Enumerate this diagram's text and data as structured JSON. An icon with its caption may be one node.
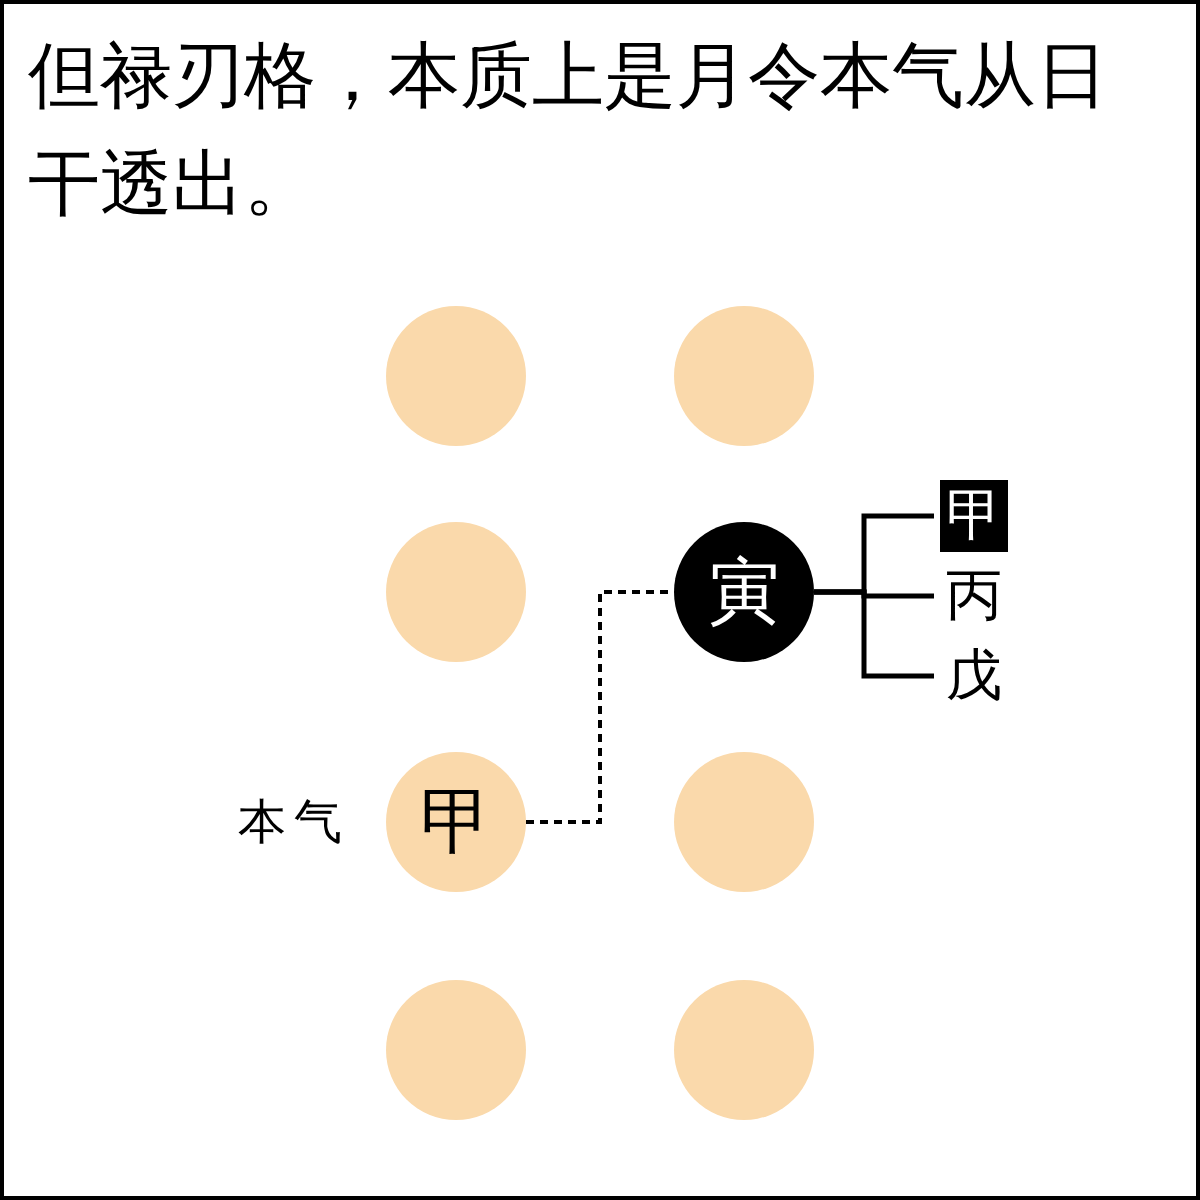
{
  "diagram": {
    "title": "但禄刃格，本质上是月令本气从日干透出。",
    "nodes": [
      {
        "text": [],
        "shape": "circle"
      },
      {
        "text": [],
        "shape": "circle"
      },
      {
        "text": [],
        "shape": "circle"
      },
      {
        "text": [
          "寅"
        ]
      },
      {
        "text": [
          "甲"
        ],
        "beside": [
          "本气"
        ]
      },
      {
        "text": [],
        "shape": "circle"
      },
      {
        "text": [],
        "shape": "circle"
      },
      {
        "text": [],
        "shape": "circle"
      },
      {
        "text": [
          "甲"
        ]
      },
      {
        "text": [
          "丙"
        ]
      },
      {
        "text": [
          "戊"
        ]
      }
    ],
    "edges": [
      {
        "from": 4,
        "to": 3,
        "arrow": "none",
        "style": "dashed"
      },
      {
        "from": 3,
        "to": 8,
        "arrow": "none"
      },
      {
        "from": 3,
        "to": 9,
        "arrow": "none"
      },
      {
        "from": 3,
        "to": 10,
        "arrow": "none"
      }
    ]
  }
}
